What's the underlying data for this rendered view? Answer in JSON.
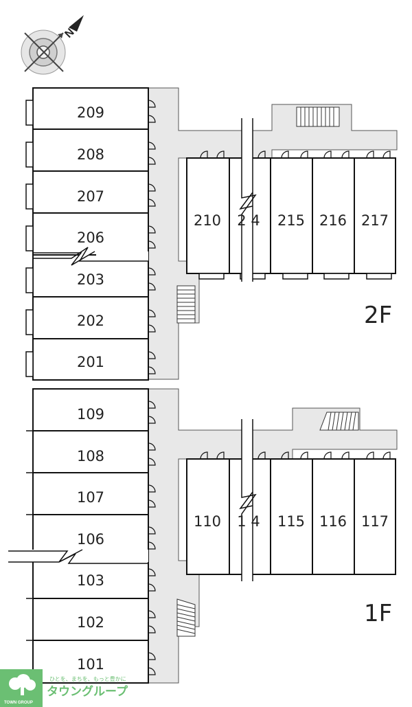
{
  "compass": {
    "north_label": "N"
  },
  "floors": [
    {
      "label": "2F",
      "left_rooms": [
        "209",
        "208",
        "207",
        "206",
        "203",
        "202",
        "201"
      ],
      "right_rooms": [
        "210",
        "2 4",
        "215",
        "216",
        "217"
      ]
    },
    {
      "label": "1F",
      "left_rooms": [
        "109",
        "108",
        "107",
        "106",
        "103",
        "102",
        "101"
      ],
      "right_rooms": [
        "110",
        "1 4",
        "115",
        "116",
        "117"
      ]
    }
  ],
  "logo": {
    "english": "TOWN GROUP",
    "japanese": "タウングループ",
    "tagline": "ひとを、まちを、もっと豊かに"
  },
  "colors": {
    "corridor": "#e8e8e8",
    "wall": "#111111",
    "logo_green": "#6bbf73"
  }
}
